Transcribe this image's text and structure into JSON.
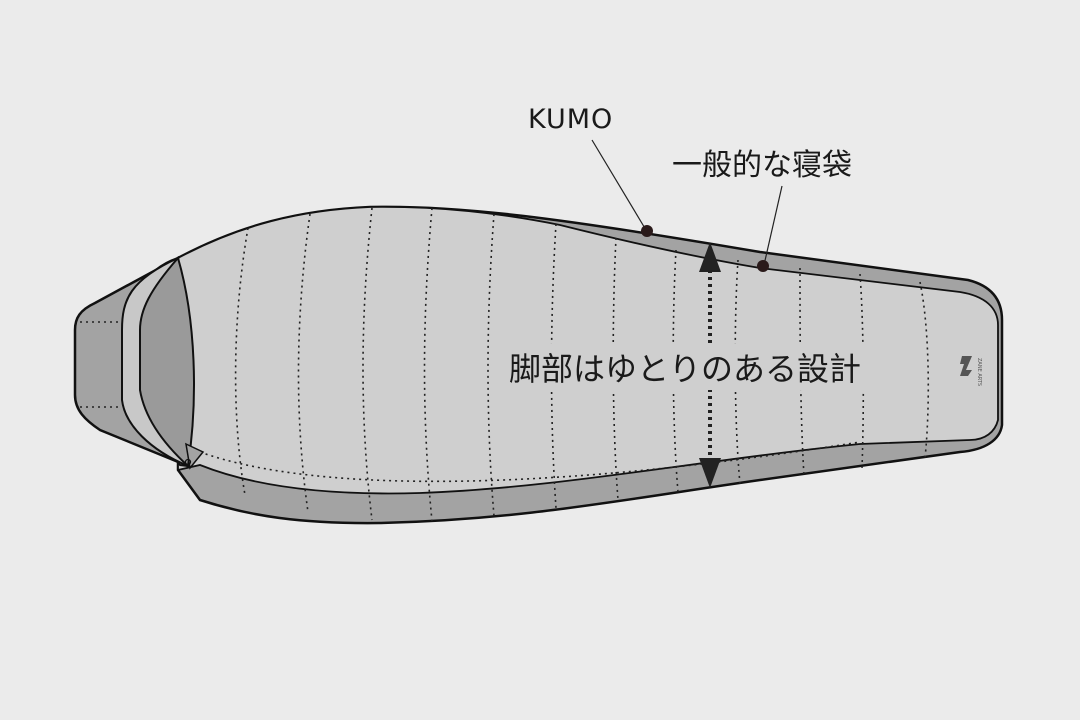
{
  "labels": {
    "kumo": "KUMO",
    "general_bag": "一般的な寝袋",
    "feature": "脚部はゆとりのある設計"
  },
  "logo": {
    "text": "ZANE ARTS"
  },
  "colors": {
    "background": "#ebebeb",
    "bag_light": "#cfcfcf",
    "bag_dark": "#a3a3a3",
    "outline": "#111111"
  }
}
